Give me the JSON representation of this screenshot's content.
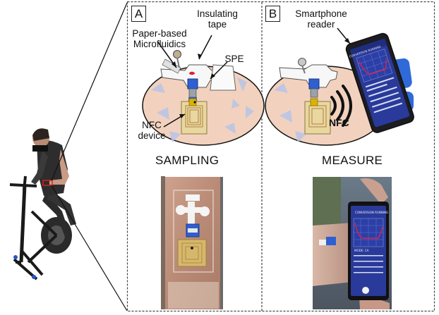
{
  "panel_a": {
    "letter": "A",
    "insulating_tape": "Insulating\ntape",
    "paper_microfluidics": "Paper-based\nMicrofluidics",
    "spe": "SPE",
    "nfc_device": "NFC\ndevice",
    "step": "SAMPLING"
  },
  "panel_b": {
    "letter": "B",
    "smartphone_reader": "Smartphone\nreader",
    "nfc_mark": "NFC",
    "step": "MEASURE",
    "app_title_illustration": "CONVERSION RUNNING",
    "app_title_photo": "CONVERSION RUNNING",
    "app_subtitle_photo": "MODE: CA"
  },
  "colors": {
    "frame": "#444444",
    "electrode_blue": "#2f5fd0",
    "nfc_gold": "#d9b400",
    "skin": "#f2d2be",
    "phone_screen": "#2a3a9a",
    "curve_red": "#e0204a"
  },
  "icons": [
    "cyclist-photo",
    "nfc-waves-icon",
    "arrow-icon",
    "smartphone"
  ]
}
